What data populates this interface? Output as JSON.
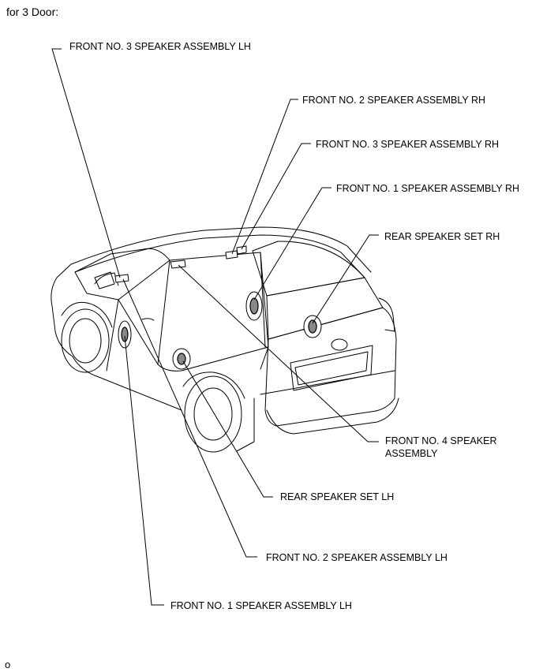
{
  "header": "for 3 Door:",
  "footer": "o",
  "labels": {
    "front_no3_lh": "FRONT NO. 3 SPEAKER ASSEMBLY LH",
    "front_no2_rh": "FRONT NO. 2 SPEAKER ASSEMBLY RH",
    "front_no3_rh": "FRONT NO. 3 SPEAKER ASSEMBLY RH",
    "front_no1_rh": "FRONT NO. 1 SPEAKER ASSEMBLY RH",
    "rear_set_rh": "REAR SPEAKER SET RH",
    "front_no4": "FRONT NO. 4 SPEAKER ASSEMBLY",
    "rear_set_lh": "REAR SPEAKER SET LH",
    "front_no2_lh": "FRONT NO. 2 SPEAKER ASSEMBLY LH",
    "front_no1_lh": "FRONT NO. 1 SPEAKER ASSEMBLY LH"
  }
}
